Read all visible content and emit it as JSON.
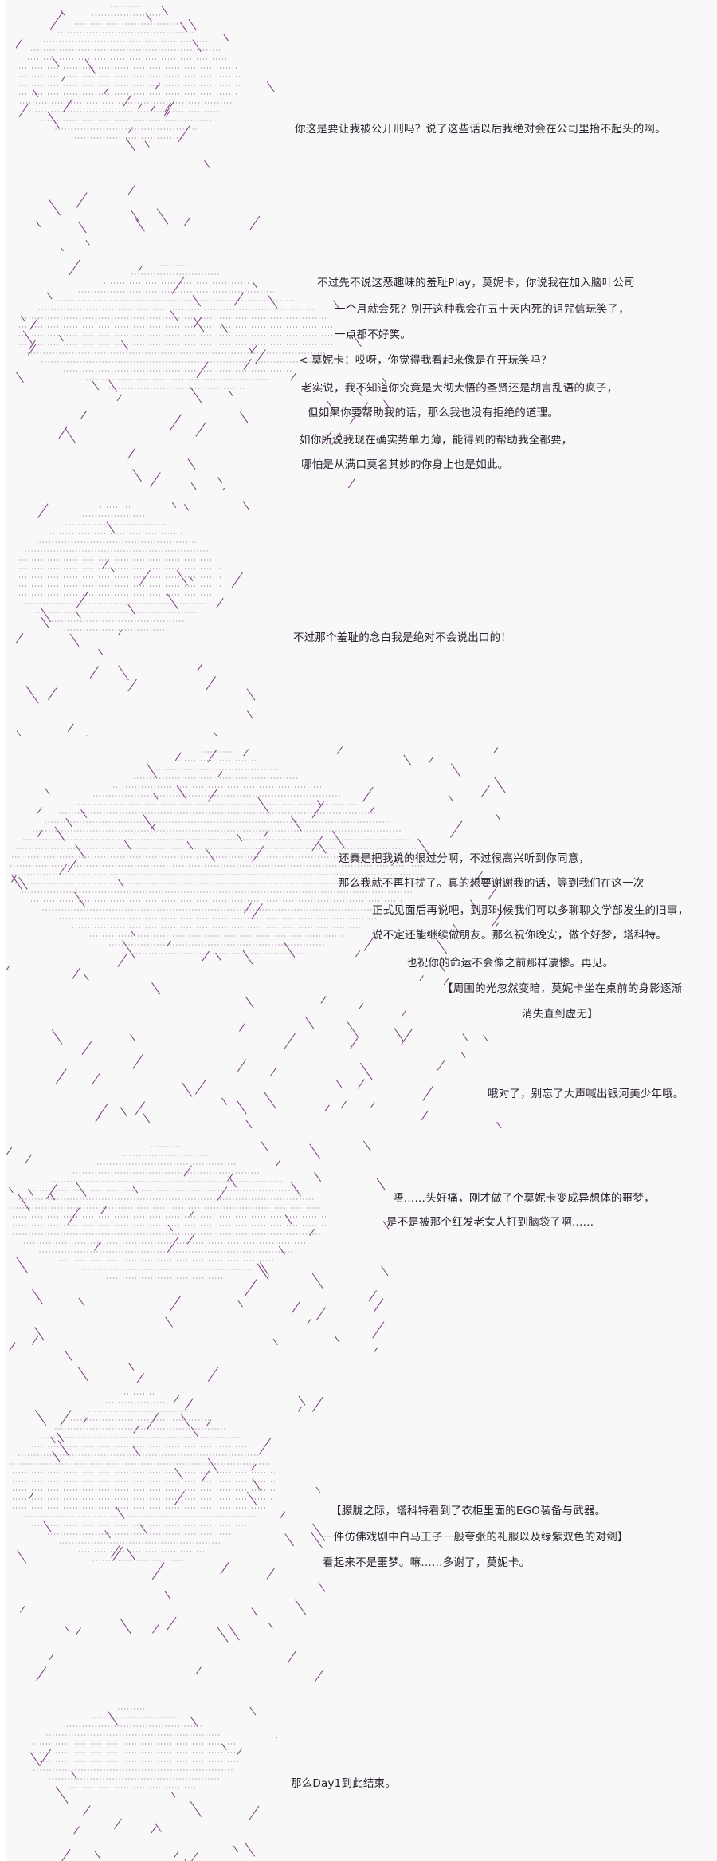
{
  "colors": {
    "background": "#f8f8f8",
    "text": "#2b2230",
    "art_stroke": "#7a3a80",
    "art_dots": "#8a6a90"
  },
  "panels": [
    {
      "lines": [
        "你这是要让我被公开刑吗？说了这些话以后我绝对会在公司里抬不起头的啊。"
      ]
    },
    {
      "lines": [
        "不过先不说这恶趣味的羞耻Play，莫妮卡，你说我在加入脑叶公司",
        "一个月就会死？别开这种我会在五十天内死的诅咒信玩笑了，",
        "一点都不好笑。",
        "< 莫妮卡：哎呀，你觉得我看起来像是在开玩笑吗？",
        "老实说，我不知道你究竟是大彻大悟的圣贤还是胡言乱语的疯子，",
        "但如果你要帮助我的话，那么我也没有拒绝的道理。",
        "如你所说我现在确实势单力薄，能得到的帮助我全都要，",
        "哪怕是从满口莫名其妙的你身上也是如此。"
      ]
    },
    {
      "lines": [
        "不过那个羞耻的念白我是绝对不会说出口的！"
      ]
    },
    {
      "lines": [
        "还真是把我说的很过分啊，不过很高兴听到你同意，",
        "那么我就不再打扰了。真的想要谢谢我的话，等到我们在这一次",
        "正式见面后再说吧，到那时候我们可以多聊聊文学部发生的旧事，",
        "说不定还能继续做朋友。那么祝你晚安，做个好梦，塔科特。",
        "也祝你的命运不会像之前那样凄惨。再见。",
        "【周围的光忽然变暗，莫妮卡坐在桌前的身影逐渐",
        "消失直到虚无】",
        "哦对了，别忘了大声喊出银河美少年哦。"
      ]
    },
    {
      "lines": [
        "唔……头好痛，刚才做了个莫妮卡变成异想体的噩梦，",
        "是不是被那个红发老女人打到脑袋了啊……"
      ]
    },
    {
      "lines": [
        "【朦胧之际，塔科特看到了衣柜里面的EGO装备与武器。",
        "一件仿佛戏剧中白马王子一般夸张的礼服以及绿紫双色的对剑】",
        "看起来不是噩梦。嘛……多谢了，莫妮卡。"
      ]
    },
    {
      "lines": [
        "那么Day1到此结束。"
      ]
    }
  ]
}
